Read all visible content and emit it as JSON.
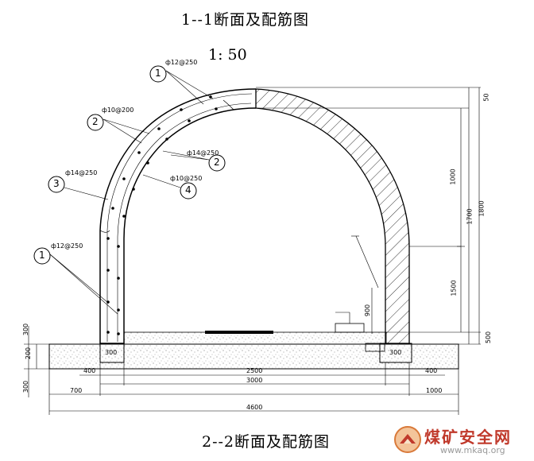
{
  "drawing": {
    "title_top": "1--1断面及配筋图",
    "scale": "1: 50",
    "title_bottom": "2--2断面及配筋图"
  },
  "rebar_callouts": [
    {
      "id": "1",
      "spec": "ф12@250"
    },
    {
      "id": "2",
      "spec": "ф10@200"
    },
    {
      "id": "3",
      "spec": "ф14@250"
    },
    {
      "id": "1",
      "spec": "ф12@250"
    }
  ],
  "other_callouts": [
    {
      "id": "2",
      "spec": "ф14@250"
    },
    {
      "id": "4",
      "spec": "ф10@250"
    }
  ],
  "dimensions": {
    "right_top": "50",
    "right_upper": "1000",
    "right_total": "1700",
    "right_outer": "1800",
    "right_lower": "1500",
    "right_bottom": "500",
    "inner_wall": "900",
    "base_left_a": "300",
    "base_left_b": "200",
    "base_left_c": "300",
    "base_span_inner": "2500",
    "base_span_mid": "3000",
    "base_left_seg": "400",
    "base_right_seg": "400",
    "base_outer_left": "700",
    "base_outer_right": "1000",
    "total_width": "4600",
    "col_width_left": "300",
    "col_width_right": "300"
  },
  "watermark": {
    "name": "煤矿安全网",
    "url": "www.mkaq.org",
    "color": "#c0392b"
  }
}
